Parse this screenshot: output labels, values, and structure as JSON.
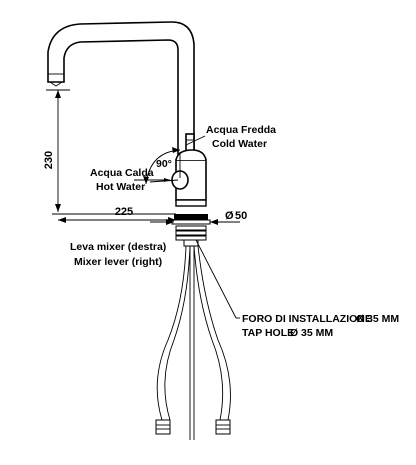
{
  "labels": {
    "cold_it": "Acqua Fredda",
    "cold_en": "Cold Water",
    "hot_it": "Acqua Calda",
    "hot_en": "Hot Water",
    "angle": "90°",
    "lever_it": "Leva mixer (destra)",
    "lever_en": "Mixer lever (right)",
    "hole_it": "FORO DI INSTALLAZIONE",
    "hole_it_size": "35 MM",
    "hole_en": "TAP HOLE",
    "hole_en_size": "35 MM"
  },
  "dimensions": {
    "height": "230",
    "reach": "225",
    "base_diameter": "50",
    "diameter_symbol": "Ø"
  }
}
